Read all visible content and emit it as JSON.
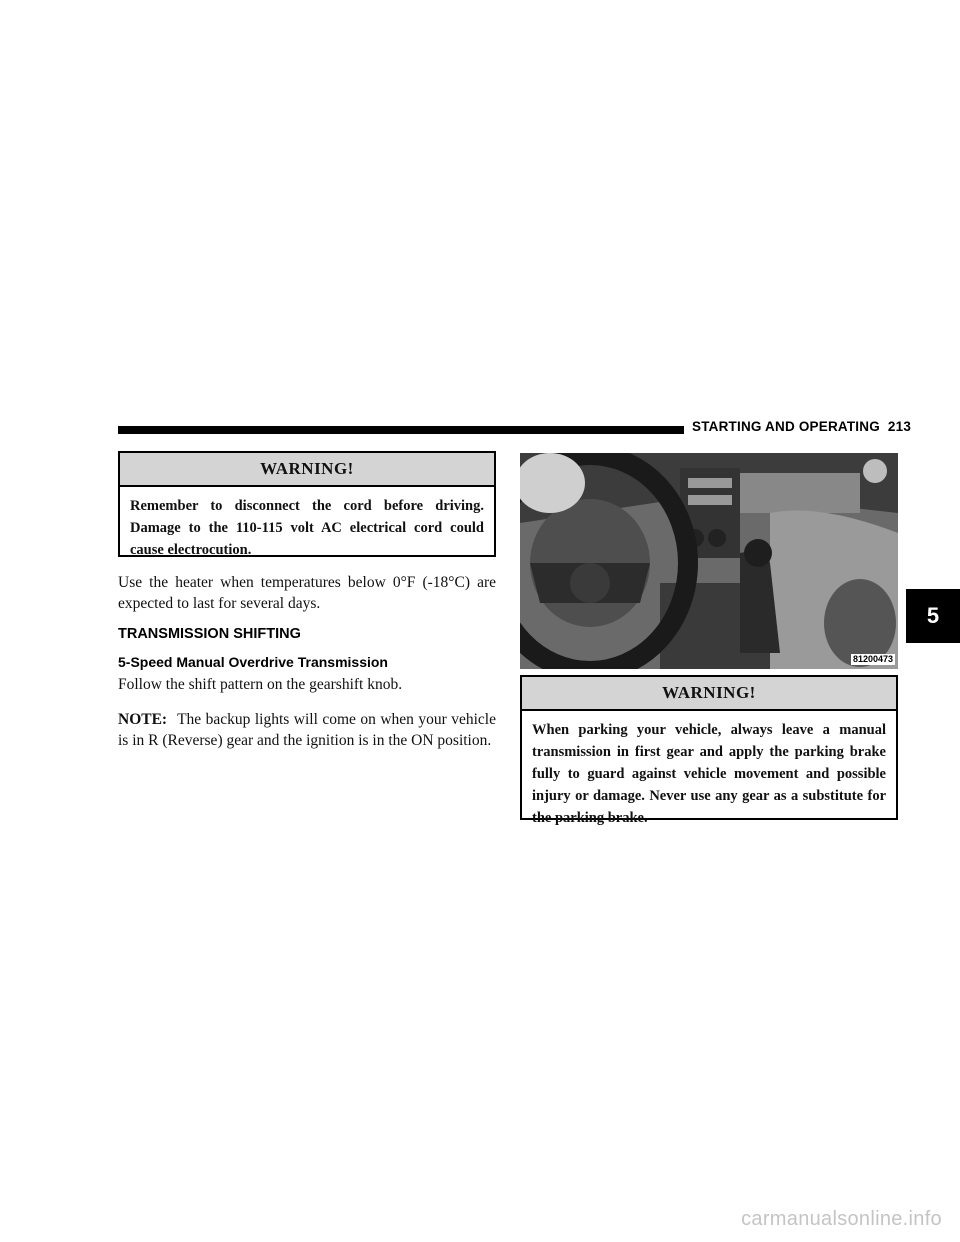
{
  "header": {
    "section_title": "STARTING AND OPERATING",
    "page_number": "213"
  },
  "warning_top": {
    "title": "WARNING!",
    "text": "Remember to disconnect the cord before driving. Damage to the 110-115 volt AC electrical cord could cause electrocution."
  },
  "paragraphs": {
    "heater": "Use the heater when temperatures below 0°F (-18°C) are expected to last for several days.",
    "section_heading": "TRANSMISSION SHIFTING",
    "sub_heading": "5-Speed Manual Overdrive Transmission",
    "shift_pattern": "Follow the shift pattern on the gearshift knob.",
    "note_label": "NOTE:",
    "note_text": "The backup lights will come on when your vehicle is in R (Reverse) gear and the ignition is in the ON position."
  },
  "photo": {
    "code": "81200473"
  },
  "warning_bottom": {
    "title": "WARNING!",
    "text": "When parking your vehicle, always leave a manual transmission in first gear and apply the parking brake fully to guard against vehicle movement and possible injury or damage. Never use any gear as a substitute for the parking brake."
  },
  "chapter_tab": "5",
  "watermark": "carmanualsonline.info"
}
